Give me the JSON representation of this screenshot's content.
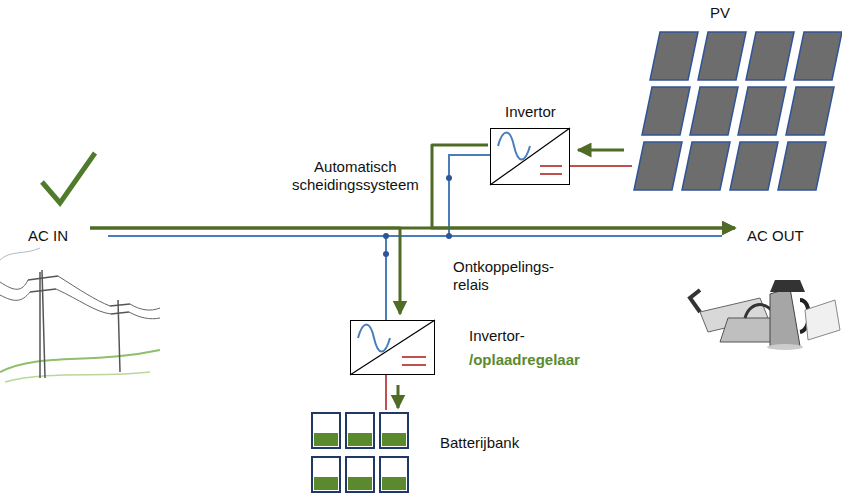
{
  "diagram": {
    "nodes": [
      {
        "text": [
          "PV"
        ]
      },
      {
        "text": [
          "Invertor"
        ]
      },
      {
        "text": [
          "AC IN"
        ]
      },
      {
        "text": [
          "AC OUT"
        ]
      },
      {
        "text": [
          "Invertor-",
          "/oplaadregelaar"
        ]
      },
      {
        "text": [
          "Batterijbank"
        ]
      }
    ],
    "edges": [
      {
        "from": 0,
        "to": 1,
        "arrow": "to"
      },
      {
        "from": 2,
        "to": 3,
        "arrow": "to"
      },
      {
        "from": 1,
        "to": 3,
        "arrow": "to"
      },
      {
        "from": 2,
        "to": 4,
        "arrow": "to"
      },
      {
        "from": 4,
        "to": 5,
        "arrow": "to"
      }
    ],
    "labels": [
      "Automatisch scheidingssysteem",
      "Ontkoppelings- relais"
    ]
  }
}
